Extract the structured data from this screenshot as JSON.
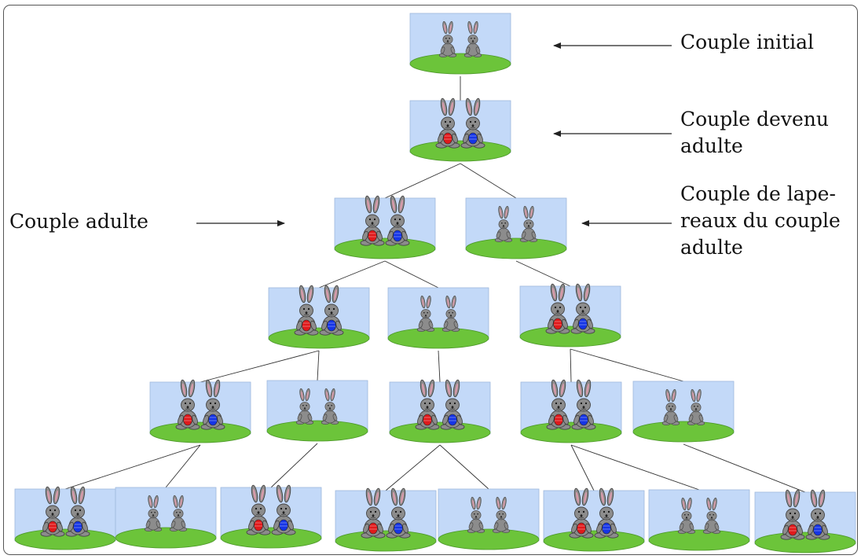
{
  "colors": {
    "sky": "#c3d9f8",
    "grass": "#6cc43a",
    "grass_edge": "#4e9a2a",
    "bunny": "#8c8c8c",
    "bunny_dark": "#444444",
    "ear_inner": "#d69aa9",
    "egg_left": "#e0191b",
    "egg_right": "#1534e6",
    "line": "#333333",
    "frame": "#555555"
  },
  "labels": {
    "initial": "Couple initial",
    "become_adult_1": "Couple devenu",
    "become_adult_2": "adulte",
    "adult": "Couple adulte",
    "young_1": "Couple de lape-",
    "young_2": "reaux du couple",
    "young_3": "adulte"
  },
  "tree": {
    "levels": [
      [
        "young"
      ],
      [
        "adult"
      ],
      [
        "adult",
        "young"
      ],
      [
        "adult",
        "young",
        "adult"
      ],
      [
        "adult",
        "young",
        "adult",
        "adult",
        "young"
      ],
      [
        "adult",
        "young",
        "adult",
        "adult",
        "young",
        "adult",
        "young",
        "adult"
      ]
    ],
    "edges": [
      [
        [
          0,
          0
        ],
        [
          1,
          0
        ]
      ],
      [
        [
          1,
          0
        ],
        [
          2,
          0
        ]
      ],
      [
        [
          1,
          0
        ],
        [
          2,
          1
        ]
      ],
      [
        [
          2,
          0
        ],
        [
          3,
          0
        ]
      ],
      [
        [
          2,
          0
        ],
        [
          3,
          1
        ]
      ],
      [
        [
          2,
          1
        ],
        [
          3,
          2
        ]
      ],
      [
        [
          3,
          0
        ],
        [
          4,
          0
        ]
      ],
      [
        [
          3,
          0
        ],
        [
          4,
          1
        ]
      ],
      [
        [
          3,
          1
        ],
        [
          4,
          2
        ]
      ],
      [
        [
          3,
          2
        ],
        [
          4,
          3
        ]
      ],
      [
        [
          3,
          2
        ],
        [
          4,
          4
        ]
      ],
      [
        [
          4,
          0
        ],
        [
          5,
          0
        ]
      ],
      [
        [
          4,
          0
        ],
        [
          5,
          1
        ]
      ],
      [
        [
          4,
          1
        ],
        [
          5,
          2
        ]
      ],
      [
        [
          4,
          2
        ],
        [
          5,
          3
        ]
      ],
      [
        [
          4,
          2
        ],
        [
          5,
          4
        ]
      ],
      [
        [
          4,
          3
        ],
        [
          5,
          5
        ]
      ],
      [
        [
          4,
          3
        ],
        [
          5,
          6
        ]
      ],
      [
        [
          4,
          4
        ],
        [
          5,
          7
        ]
      ]
    ]
  }
}
